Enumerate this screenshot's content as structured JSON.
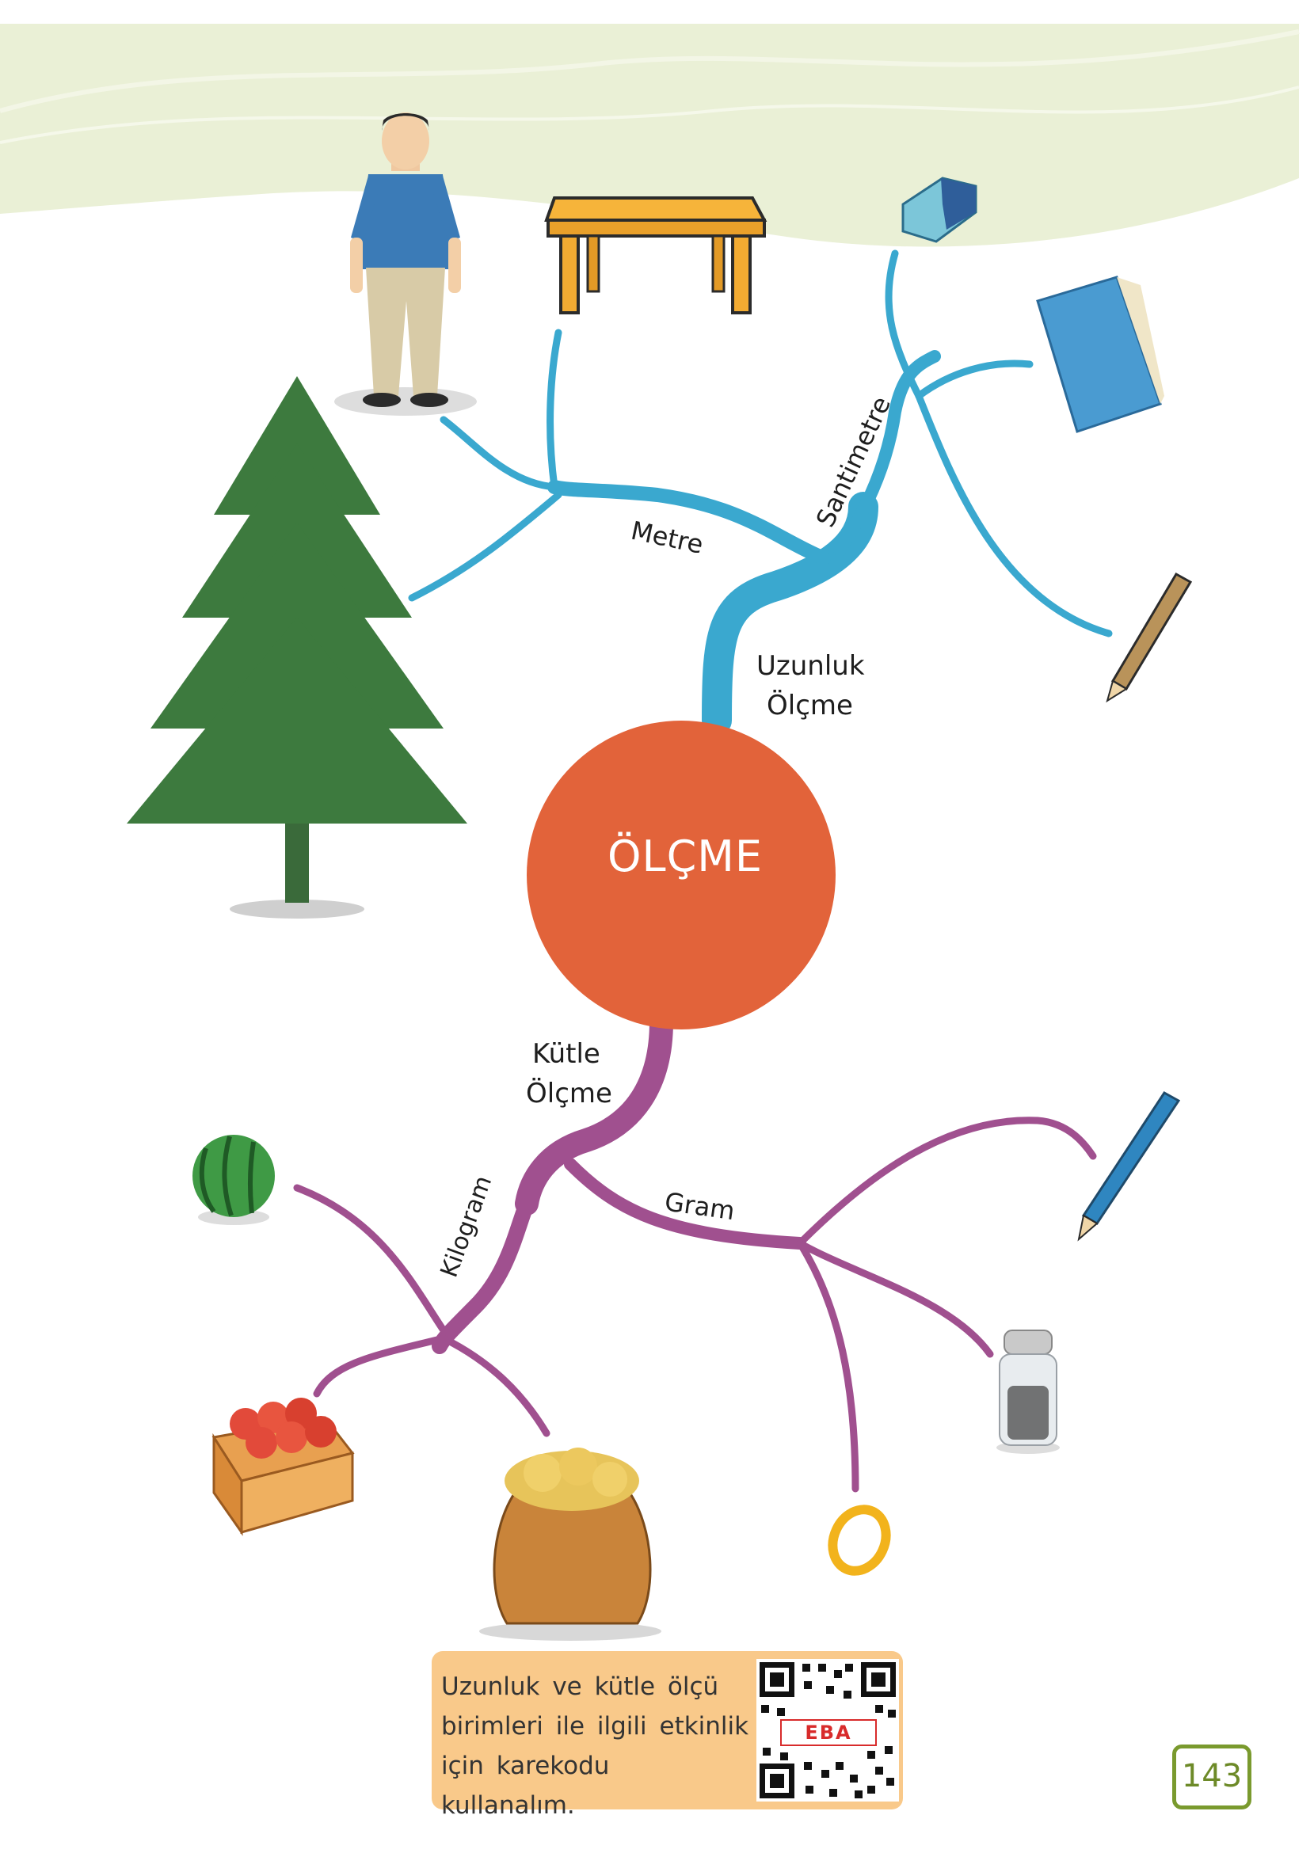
{
  "center": {
    "label": "ÖLÇME"
  },
  "branches": {
    "length": {
      "title_line1": "Uzunluk",
      "title_line2": "Ölçme",
      "units": [
        "Metre",
        "Santimetre"
      ],
      "color": "#3aa8cf"
    },
    "mass": {
      "title_line1": "Kütle",
      "title_line2": "Ölçme",
      "units": [
        "Kilogram",
        "Gram"
      ],
      "color": "#a0508f"
    }
  },
  "center_color": "#e2633a",
  "qr_box": {
    "line1": "Uzunluk ve kütle ölçü",
    "line2": "birimleri ile ilgili etkinlik",
    "line3": "için karekodu kullanalım.",
    "badge": "EBA"
  },
  "page_number": "143"
}
